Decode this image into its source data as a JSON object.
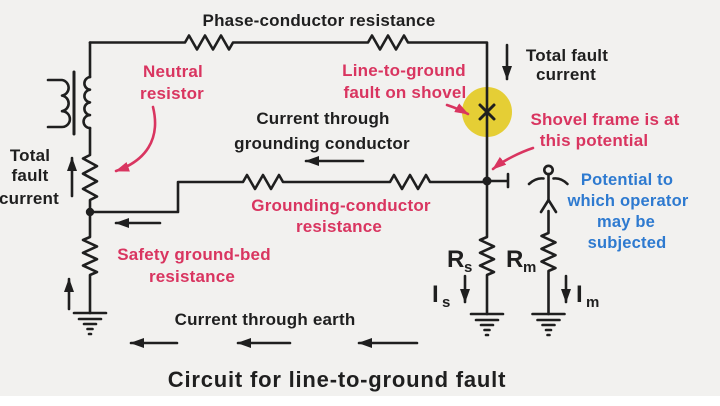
{
  "title": "Circuit for line-to-ground fault",
  "colors": {
    "ink": "#1f1f1f",
    "annotation_red": "#d93560",
    "info_blue": "#2e7ad0",
    "fault_highlight_yellow": "#e5ce35",
    "paper": "#f2f1ef"
  },
  "labels": {
    "phase_resistance": "Phase-conductor resistance",
    "neutral_resistor": [
      "Neutral",
      "resistor"
    ],
    "line_to_ground_fault": [
      "Line-to-ground",
      "fault on shovel"
    ],
    "total_fault_current_right": [
      "Total fault",
      "current"
    ],
    "total_fault_current_left": [
      "Total",
      "fault",
      "current"
    ],
    "current_through_grounding": [
      "Current through",
      "grounding conductor"
    ],
    "shovel_frame_potential": [
      "Shovel frame is at",
      "this potential"
    ],
    "grounding_conductor_resistance": [
      "Grounding-conductor",
      "resistance"
    ],
    "operator_potential": [
      "Potential to",
      "which operator",
      "may be",
      "subjected"
    ],
    "safety_ground_bed": [
      "Safety ground-bed",
      "resistance"
    ],
    "current_through_earth": "Current through earth",
    "r_shovel": {
      "base": "R",
      "sub": "s"
    },
    "r_man": {
      "base": "R",
      "sub": "m"
    },
    "i_shovel": {
      "base": "I",
      "sub": "s"
    },
    "i_man": {
      "base": "I",
      "sub": "m"
    }
  }
}
